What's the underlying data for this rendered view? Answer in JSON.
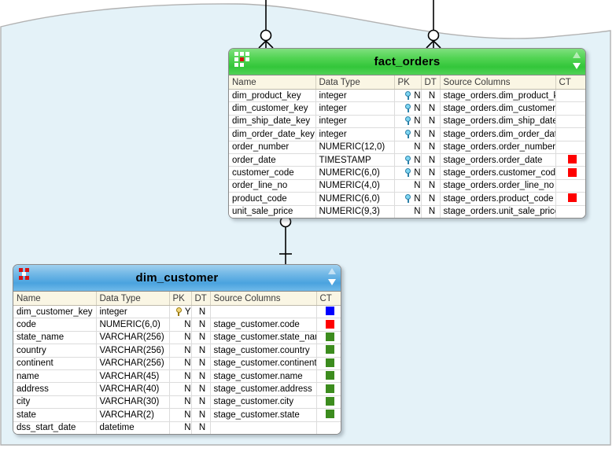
{
  "canvas": {
    "background_color": "#e4f2f8",
    "border_color": "#b0b0b0"
  },
  "entities": [
    {
      "id": "fact_orders",
      "name": "fact_orders",
      "kind": "fact",
      "header_color": "#43cc44",
      "icon": "table-grid-icon",
      "scroll_up": "scroll-up-arrow",
      "scroll_down": "scroll-down-arrow",
      "columns_header": {
        "name": "Name",
        "data_type": "Data Type",
        "pk": "PK",
        "dt": "DT",
        "source_columns": "Source Columns",
        "ct": "CT"
      },
      "rows": [
        {
          "name": "dim_product_key",
          "data_type": "integer",
          "key": "fk",
          "pk": "N",
          "dt": "N",
          "source": "stage_orders.dim_product_key",
          "ct": ""
        },
        {
          "name": "dim_customer_key",
          "data_type": "integer",
          "key": "fk",
          "pk": "N",
          "dt": "N",
          "source": "stage_orders.dim_customer_key",
          "ct": ""
        },
        {
          "name": "dim_ship_date_key",
          "data_type": "integer",
          "key": "fk",
          "pk": "N",
          "dt": "N",
          "source": "stage_orders.dim_ship_date_key",
          "ct": ""
        },
        {
          "name": "dim_order_date_key",
          "data_type": "integer",
          "key": "fk",
          "pk": "N",
          "dt": "N",
          "source": "stage_orders.dim_order_date_key",
          "ct": ""
        },
        {
          "name": "order_number",
          "data_type": "NUMERIC(12,0)",
          "key": "",
          "pk": "N",
          "dt": "N",
          "source": "stage_orders.order_number",
          "ct": ""
        },
        {
          "name": "order_date",
          "data_type": "TIMESTAMP",
          "key": "fk",
          "pk": "N",
          "dt": "N",
          "source": "stage_orders.order_date",
          "ct": "#fe0000"
        },
        {
          "name": "customer_code",
          "data_type": "NUMERIC(6,0)",
          "key": "fk",
          "pk": "N",
          "dt": "N",
          "source": "stage_orders.customer_code",
          "ct": "#fe0000"
        },
        {
          "name": "order_line_no",
          "data_type": "NUMERIC(4,0)",
          "key": "",
          "pk": "N",
          "dt": "N",
          "source": "stage_orders.order_line_no",
          "ct": ""
        },
        {
          "name": "product_code",
          "data_type": "NUMERIC(6,0)",
          "key": "fk",
          "pk": "N",
          "dt": "N",
          "source": "stage_orders.product_code",
          "ct": "#fe0000"
        },
        {
          "name": "unit_sale_price",
          "data_type": "NUMERIC(9,3)",
          "key": "",
          "pk": "N",
          "dt": "N",
          "source": "stage_orders.unit_sale_price",
          "ct": ""
        }
      ]
    },
    {
      "id": "dim_customer",
      "name": "dim_customer",
      "kind": "dim",
      "header_color": "#4aa3df",
      "icon": "table-grid-icon",
      "scroll_up": "scroll-up-arrow",
      "scroll_down": "scroll-down-arrow",
      "columns_header": {
        "name": "Name",
        "data_type": "Data Type",
        "pk": "PK",
        "dt": "DT",
        "source_columns": "Source Columns",
        "ct": "CT"
      },
      "rows": [
        {
          "name": "dim_customer_key",
          "data_type": "integer",
          "key": "pk",
          "pk": "Y",
          "dt": "N",
          "source": "",
          "ct": "#0000ff"
        },
        {
          "name": "code",
          "data_type": "NUMERIC(6,0)",
          "key": "",
          "pk": "N",
          "dt": "N",
          "source": "stage_customer.code",
          "ct": "#fe0000"
        },
        {
          "name": "state_name",
          "data_type": "VARCHAR(256)",
          "key": "",
          "pk": "N",
          "dt": "N",
          "source": "stage_customer.state_name",
          "ct": "#3c8c1e"
        },
        {
          "name": "country",
          "data_type": "VARCHAR(256)",
          "key": "",
          "pk": "N",
          "dt": "N",
          "source": "stage_customer.country",
          "ct": "#3c8c1e"
        },
        {
          "name": "continent",
          "data_type": "VARCHAR(256)",
          "key": "",
          "pk": "N",
          "dt": "N",
          "source": "stage_customer.continent",
          "ct": "#3c8c1e"
        },
        {
          "name": "name",
          "data_type": "VARCHAR(45)",
          "key": "",
          "pk": "N",
          "dt": "N",
          "source": "stage_customer.name",
          "ct": "#3c8c1e"
        },
        {
          "name": "address",
          "data_type": "VARCHAR(40)",
          "key": "",
          "pk": "N",
          "dt": "N",
          "source": "stage_customer.address",
          "ct": "#3c8c1e"
        },
        {
          "name": "city",
          "data_type": "VARCHAR(30)",
          "key": "",
          "pk": "N",
          "dt": "N",
          "source": "stage_customer.city",
          "ct": "#3c8c1e"
        },
        {
          "name": "state",
          "data_type": "VARCHAR(2)",
          "key": "",
          "pk": "N",
          "dt": "N",
          "source": "stage_customer.state",
          "ct": "#3c8c1e"
        },
        {
          "name": "dss_start_date",
          "data_type": "datetime",
          "key": "",
          "pk": "N",
          "dt": "N",
          "source": "",
          "ct": ""
        }
      ]
    }
  ],
  "relationships": [
    {
      "id": "rel-top-left",
      "notation": "crowsfoot-zero-or-many",
      "from": "fact_orders",
      "to": "off-canvas-top"
    },
    {
      "id": "rel-top-right",
      "notation": "crowsfoot-zero-or-many",
      "from": "fact_orders",
      "to": "off-canvas-top"
    },
    {
      "id": "rel-fact-dim",
      "notation": "crowsfoot-zero-or-many-to-one",
      "from": "fact_orders",
      "to": "dim_customer"
    }
  ]
}
